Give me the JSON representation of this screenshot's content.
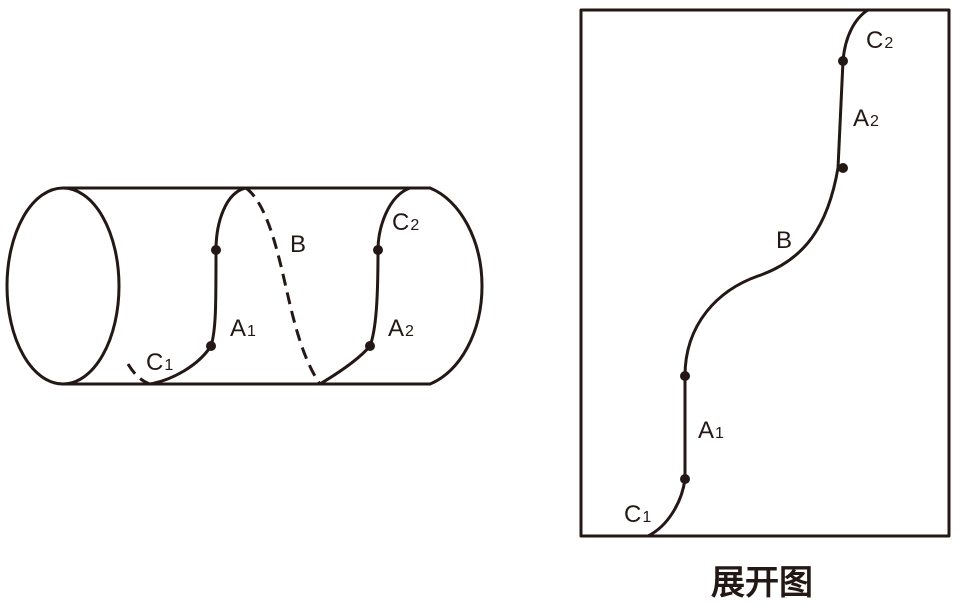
{
  "cylinder": {
    "label_b": "B",
    "label_a1_main": "A",
    "label_a1_sub": "1",
    "label_a2_main": "A",
    "label_a2_sub": "2",
    "label_c1_main": "C",
    "label_c1_sub": "1",
    "label_c2_main": "C",
    "label_c2_sub": "2"
  },
  "unrolled": {
    "caption": "展开图",
    "label_b": "B",
    "label_a1_main": "A",
    "label_a1_sub": "1",
    "label_a2_main": "A",
    "label_a2_sub": "2",
    "label_c1_main": "C",
    "label_c1_sub": "1",
    "label_c2_main": "C",
    "label_c2_sub": "2"
  },
  "colors": {
    "ink": "#231815",
    "background": "#ffffff"
  }
}
